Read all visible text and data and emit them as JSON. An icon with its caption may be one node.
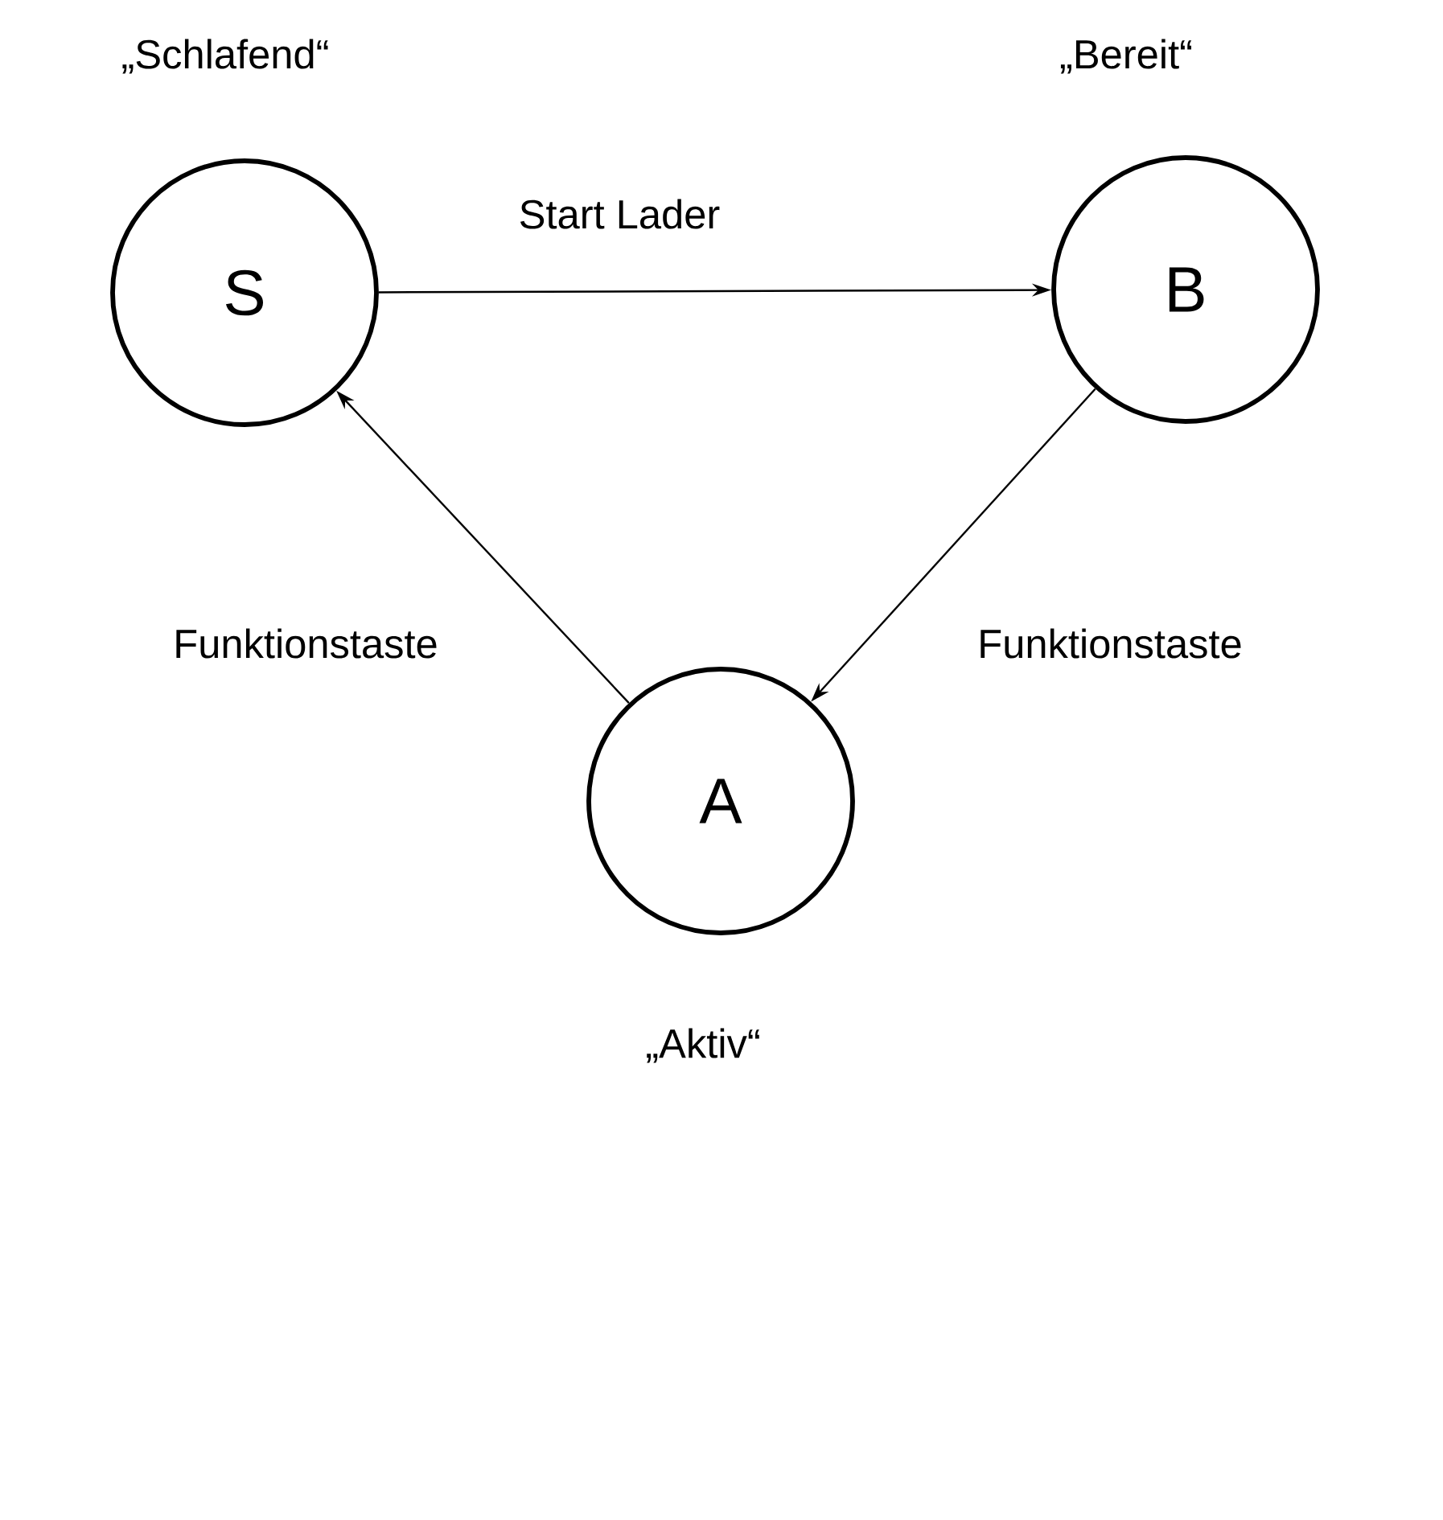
{
  "diagram": {
    "nodes": [
      {
        "text": [
          "S"
        ],
        "beside": [
          "„Schlafend“"
        ]
      },
      {
        "text": [
          "B"
        ],
        "beside": [
          "„Bereit“"
        ]
      },
      {
        "text": [
          "A"
        ],
        "beside": [
          "„Aktiv“"
        ]
      }
    ],
    "edges": [
      {
        "from": 0,
        "to": 1,
        "arrow": "to",
        "label": "Start Lader"
      },
      {
        "from": 1,
        "to": 2,
        "arrow": "to",
        "label": "Funktionstaste"
      },
      {
        "from": 2,
        "to": 0,
        "arrow": "to",
        "label": "Funktionstaste"
      }
    ]
  }
}
